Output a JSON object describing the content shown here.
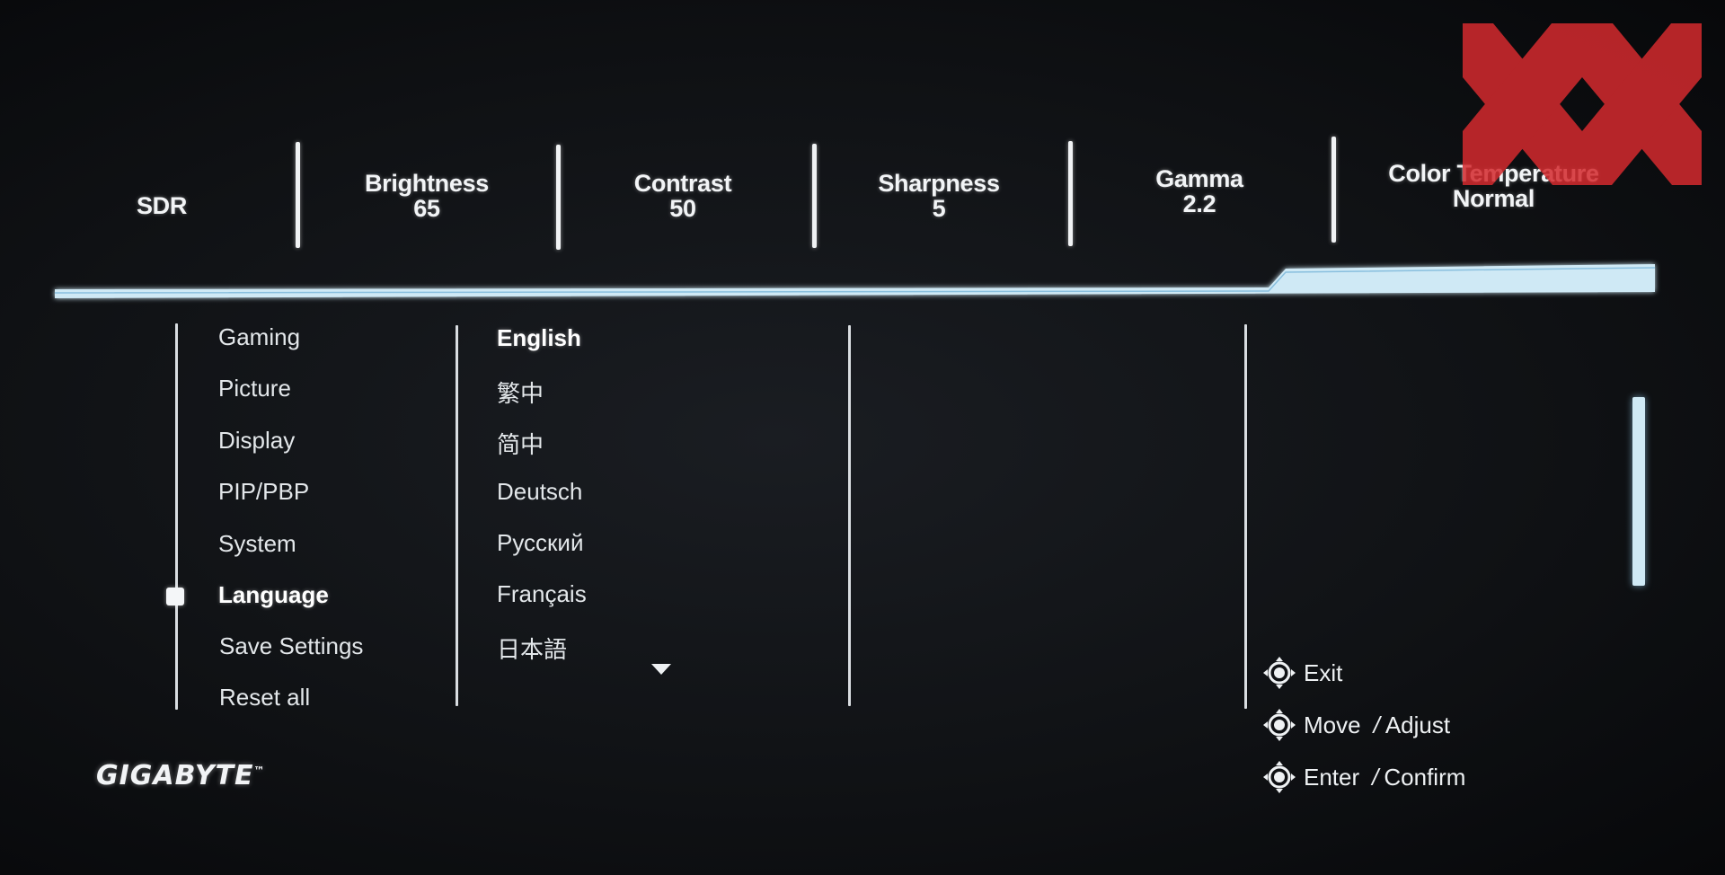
{
  "status_bar": {
    "mode": "SDR",
    "items": [
      {
        "label": "Brightness",
        "value": "65"
      },
      {
        "label": "Contrast",
        "value": "50"
      },
      {
        "label": "Sharpness",
        "value": "5"
      },
      {
        "label": "Gamma",
        "value": "2.2"
      },
      {
        "label": "Color Temperature",
        "value": "Normal"
      }
    ]
  },
  "main_menu": {
    "items": [
      "Gaming",
      "Picture",
      "Display",
      "PIP/PBP",
      "System",
      "Language",
      "Save Settings",
      "Reset all"
    ],
    "selected": "Language"
  },
  "language_menu": {
    "items": [
      "English",
      "繁中",
      "简中",
      "Deutsch",
      "Русский",
      "Français",
      "日本語"
    ],
    "selected": "English"
  },
  "key_hints": {
    "exit": "Exit",
    "move": "Move",
    "adjust": "Adjust",
    "enter": "Enter",
    "confirm": "Confirm",
    "separator": "/"
  },
  "brand": {
    "name": "GIGABYTE",
    "trademark": "™"
  },
  "watermark": {
    "text": "XX"
  },
  "colors": {
    "background": "#101215",
    "band": "#cfe9f5",
    "text": "#e8ecef",
    "watermark": "#d42a2e"
  },
  "icons": {
    "joystick": "joystick-icon",
    "more_below": "chevron-down-icon"
  }
}
